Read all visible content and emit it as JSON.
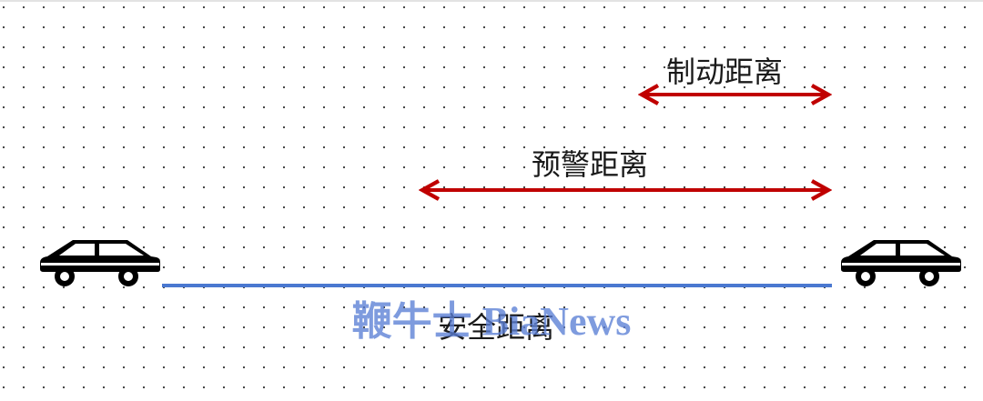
{
  "labels": {
    "braking_distance": "制动距离",
    "warning_distance": "预警距离",
    "safe_distance": "安全距离"
  },
  "watermark": {
    "text": "鞭牛士 BiaNews"
  },
  "icons": {
    "rear_vehicle": "car-icon",
    "front_vehicle": "car-icon"
  },
  "colors": {
    "arrow": "#c00000",
    "safe_line": "#4a78d0",
    "grid_dots": "#333333",
    "car": "#000000",
    "watermark": "#5b7fd6"
  }
}
